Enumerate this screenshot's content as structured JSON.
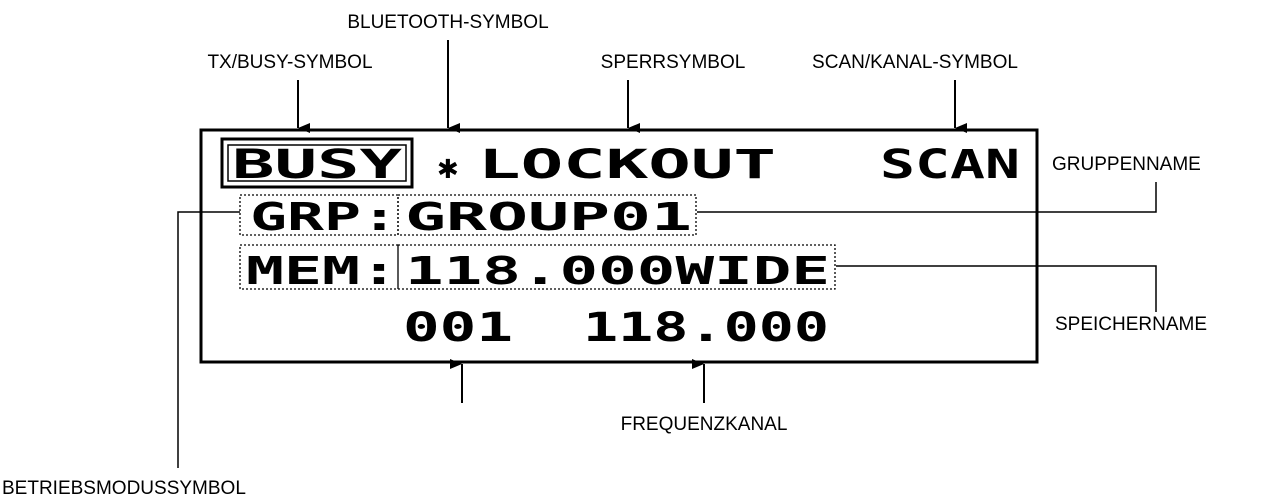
{
  "callouts": {
    "bluetooth_symbol": "BLUETOOTH-SYMBOL",
    "tx_busy_symbol": "TX/BUSY-SYMBOL",
    "lock_symbol": "SPERRSYMBOL",
    "scan_channel_symbol": "SCAN/KANAL-SYMBOL",
    "group_name": "GRUPPENNAME",
    "memory_name": "SPEICHERNAME",
    "frequency_channel": "FREQUENZKANAL",
    "operating_mode_symbol": "BETRIEBSMODUSSYMBOL"
  },
  "display": {
    "busy": "BUSY",
    "bluetooth_glyph": "✱",
    "lockout": "LOCKOUT",
    "scan": "SCAN",
    "grp_label": "GRP:",
    "group_value": "GROUP01",
    "mem_label": "MEM:",
    "memory_value": "118.000WIDE",
    "channel_number": "001",
    "frequency": "118.000"
  }
}
